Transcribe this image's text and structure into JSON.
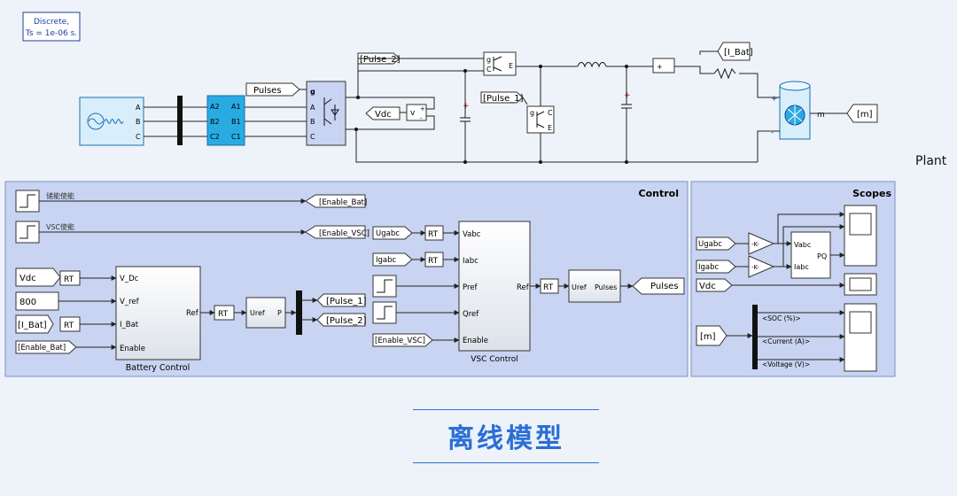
{
  "powergui": {
    "line1": "Discrete,",
    "line2": "Ts = 1e-06 s."
  },
  "plant": {
    "label": "Plant",
    "source_ports": [
      "A",
      "B",
      "C"
    ],
    "transformer_in": [
      "A2",
      "B2",
      "C2"
    ],
    "transformer_out": [
      "A1",
      "B1",
      "C1"
    ],
    "pulses_tag": "Pulses",
    "converter_ports": [
      "g",
      "A",
      "B",
      "C"
    ],
    "vdc_tag": "Vdc",
    "vm_label": "v",
    "pulse2_tag": "[Pulse_2]",
    "pulse1_tag": "[Pulse_1]",
    "ibat_tag": "[I_Bat]",
    "m_tag": "[m]",
    "battery_m": "m",
    "plus": "+",
    "minus": "-",
    "igbt_ports": [
      "g",
      "C",
      "E"
    ]
  },
  "control": {
    "title": "Control",
    "step1_label": "储能使能",
    "step2_label": "VSC使能",
    "enable_bat_goto": "[Enable_Bat]",
    "enable_vsc_goto": "[Enable_VSC]",
    "vdc_from": "Vdc",
    "const_800": "800",
    "ibat_from": "[I_Bat]",
    "enable_bat_from": "[Enable_Bat]",
    "rt": "RT",
    "battery_ports": [
      "V_Dc",
      "V_ref",
      "I_Bat",
      "Enable"
    ],
    "battery_out": "Ref",
    "battery_name": "Battery Control",
    "pwm_in": "Uref",
    "pwm_out": "P",
    "pulse1_goto": "[Pulse_1]",
    "pulse2_goto": "[Pulse_2]",
    "ugabc": "Ugabc",
    "igabc": "Igabc",
    "enable_vsc_from": "[Enable_VSC]",
    "vsc_ports": [
      "Vabc",
      "Iabc",
      "Pref",
      "Qref",
      "Enable"
    ],
    "vsc_out": "Ref",
    "vsc_name": "VSC Control",
    "pwm2_in": "Uref",
    "pwm2_out": "Pulses",
    "pulses_goto": "Pulses"
  },
  "scopes": {
    "title": "Scopes",
    "ugabc": "Ugabc",
    "igabc": "Igabc",
    "gain": "-K-",
    "pq_ports": [
      "Vabc",
      "Iabc"
    ],
    "pq_out": "PQ",
    "vdc": "Vdc",
    "m": "[m]",
    "bus_signals": [
      "<SOC (%)>",
      "<Current (A)>",
      "<Voltage (V)>"
    ]
  },
  "page_title": "离线模型",
  "colors": {
    "block_fill": "#ffffff",
    "control_bg": "#c9d4f2",
    "accent": "#2a6fd6",
    "transformer": "#29abe2"
  }
}
